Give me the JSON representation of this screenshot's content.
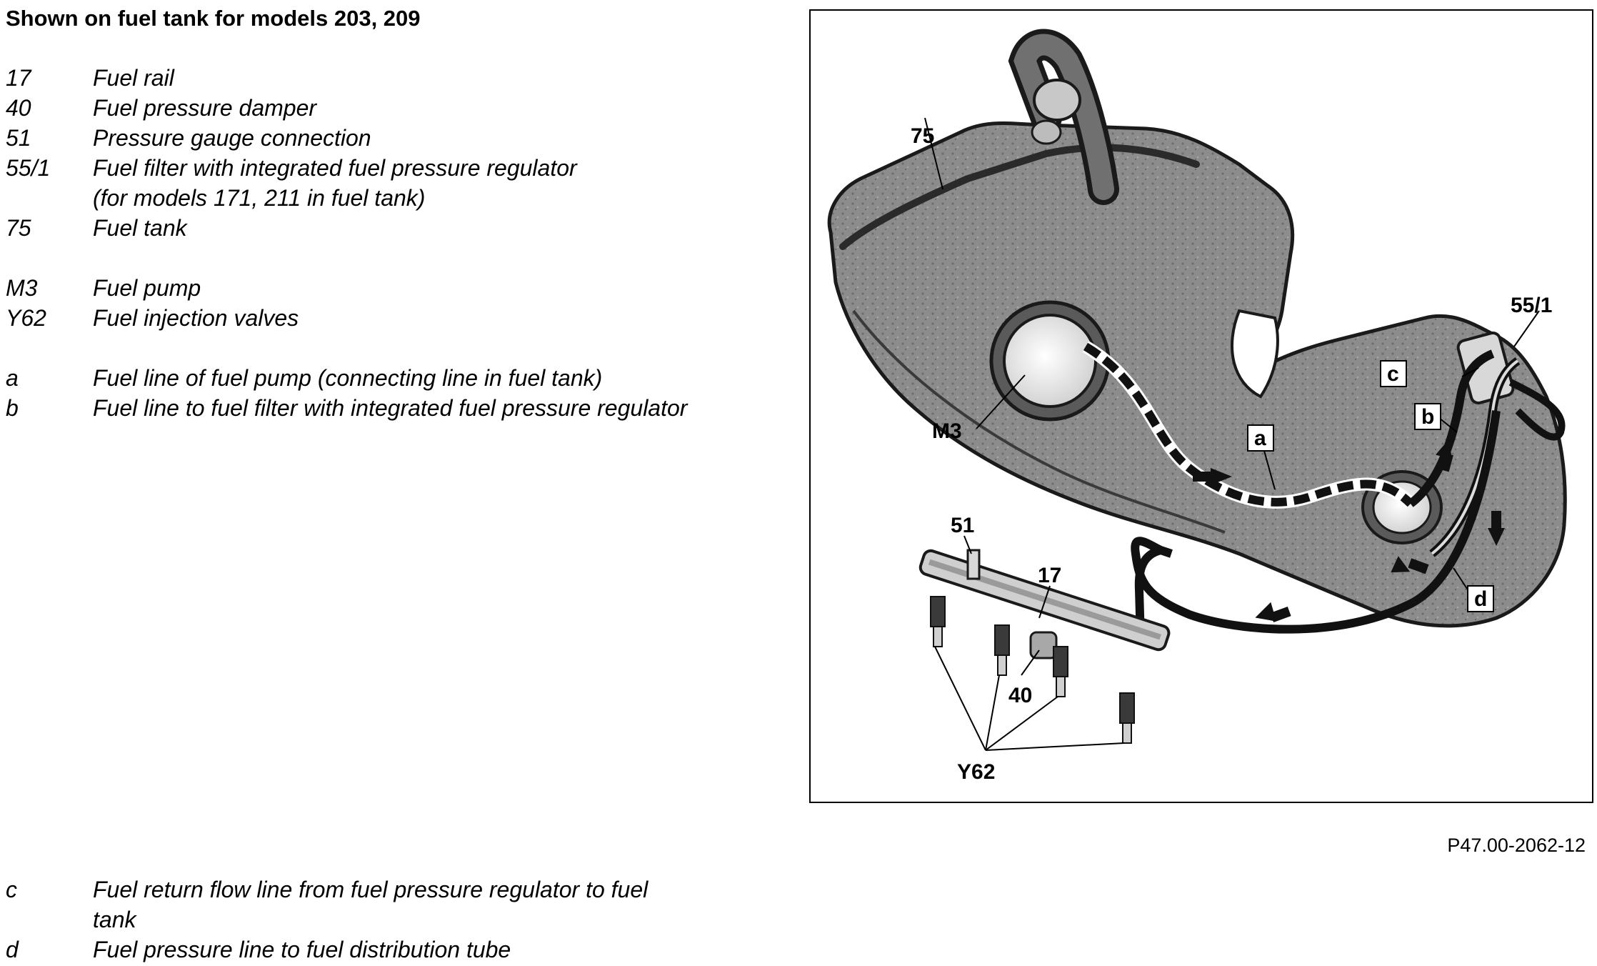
{
  "title": "Shown on fuel tank for models 203, 209",
  "legend": [
    {
      "key": "17",
      "text": "Fuel rail"
    },
    {
      "key": "40",
      "text": "Fuel pressure damper"
    },
    {
      "key": "51",
      "text": "Pressure gauge connection"
    },
    {
      "key": "55/1",
      "text": "Fuel filter with integrated fuel pressure regulator",
      "text2": "(for models 171, 211 in fuel tank)"
    },
    {
      "key": "75",
      "text": "Fuel tank"
    },
    {
      "key": "M3",
      "text": "Fuel pump"
    },
    {
      "key": "Y62",
      "text": "Fuel injection valves"
    },
    {
      "key": "a",
      "text": "Fuel line of fuel pump (connecting line in fuel tank)"
    },
    {
      "key": "b",
      "text": "Fuel line to fuel filter with integrated fuel pressure regulator"
    },
    {
      "key": "c",
      "text": "Fuel return flow line from fuel pressure regulator to fuel",
      "text2": "tank"
    },
    {
      "key": "d",
      "text": "Fuel pressure line to fuel distribution tube"
    }
  ],
  "figure": {
    "reference": "P47.00-2062-12",
    "callouts": {
      "l75": "75",
      "l55_1": "55/1",
      "lM3": "M3",
      "la": "a",
      "lb": "b",
      "lc": "c",
      "ld": "d",
      "l51": "51",
      "l17": "17",
      "l40": "40",
      "lY62": "Y62"
    }
  }
}
